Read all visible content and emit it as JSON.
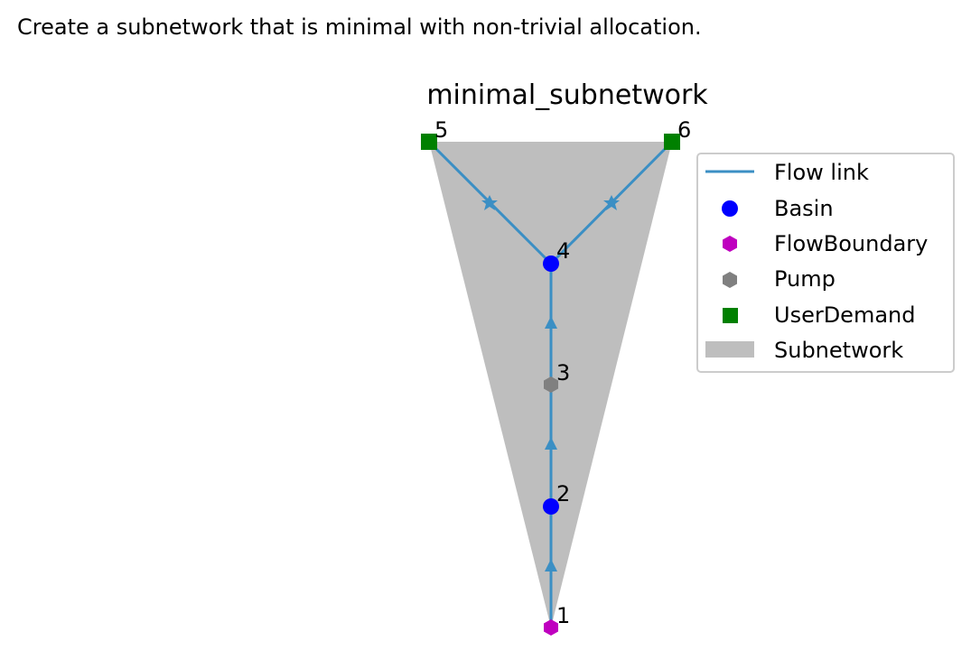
{
  "instruction": "Create a subnetwork that is minimal with non-trivial allocation.",
  "plot": {
    "title": "minimal_subnetwork",
    "nodes": [
      {
        "id": "1",
        "label": "1",
        "type": "FlowBoundary"
      },
      {
        "id": "2",
        "label": "2",
        "type": "Basin"
      },
      {
        "id": "3",
        "label": "3",
        "type": "Pump"
      },
      {
        "id": "4",
        "label": "4",
        "type": "Basin"
      },
      {
        "id": "5",
        "label": "5",
        "type": "UserDemand"
      },
      {
        "id": "6",
        "label": "6",
        "type": "UserDemand"
      }
    ],
    "links": [
      {
        "from": "1",
        "to": "2"
      },
      {
        "from": "2",
        "to": "3"
      },
      {
        "from": "3",
        "to": "4"
      },
      {
        "from": "4",
        "to": "5"
      },
      {
        "from": "4",
        "to": "6"
      }
    ],
    "colors": {
      "link": "#3b8fc4",
      "Basin": "#0000ff",
      "FlowBoundary": "#bf00bf",
      "Pump": "#808080",
      "UserDemand": "#008000",
      "subnetwork": "#bebebe"
    }
  },
  "legend": {
    "items": [
      {
        "label": "Flow link",
        "icon": "line"
      },
      {
        "label": "Basin",
        "icon": "circle"
      },
      {
        "label": "FlowBoundary",
        "icon": "hexagon"
      },
      {
        "label": "Pump",
        "icon": "hexagon"
      },
      {
        "label": "UserDemand",
        "icon": "square"
      },
      {
        "label": "Subnetwork",
        "icon": "patch"
      }
    ]
  }
}
